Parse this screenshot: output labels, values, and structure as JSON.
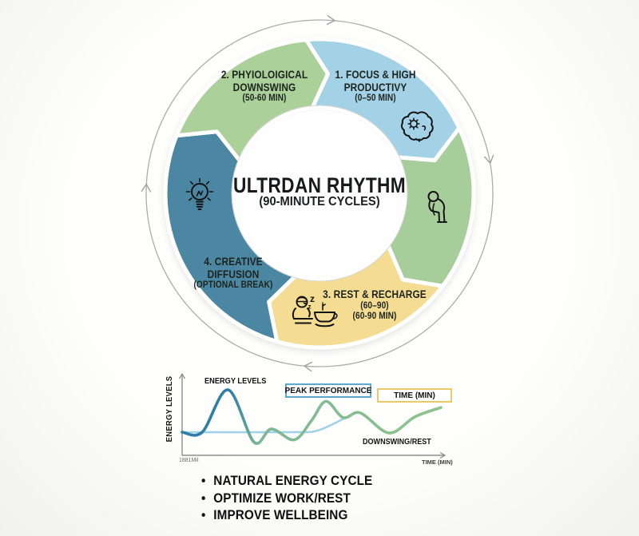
{
  "background_color": "#fbfbf9",
  "cycle": {
    "title": "ULTRDAN RHYTHM",
    "subtitle": "(90-MINUTE CYCLES)",
    "flow_direction": "clockwise",
    "segments": [
      {
        "name": "focus-high-productivity",
        "line1": "1. FOCUS & HIGH",
        "line2": "PRODUCTIVY",
        "line3": "(0–50 MIN)",
        "color": "#a3d1e6",
        "icon": "brain-gear-icon"
      },
      {
        "name": "downswing-transition",
        "line1": "",
        "line2": "",
        "line3": "",
        "color": "#a7cd9b",
        "icon": "slouched-person-icon"
      },
      {
        "name": "rest-recharge",
        "line1": "3. REST & RECHARGE",
        "line2": "(60–90)",
        "line3": "(60-90 MIN)",
        "color": "#f4dc92",
        "icon": "sleeping-person-coffee-icon"
      },
      {
        "name": "creative-diffusion",
        "line1": "4. CREATIVE",
        "line2": "DIFFUSION",
        "line3": "(OPTIONAL BREAK)",
        "color": "#4c86a2",
        "icon": "lightbulb-icon"
      },
      {
        "name": "physiological-downswing",
        "line1": "2. PHYIOLOIGICAL",
        "line2": "DOWNSWING",
        "line3": "(50-60 MIN)",
        "color": "#abd09a",
        "icon": ""
      }
    ]
  },
  "chart_data": {
    "type": "line",
    "title": "",
    "xlabel": "TIME (MIN)",
    "ylabel": "ENERGY LEVELS",
    "x_origin_label": "1881Mil",
    "xlim": [
      0,
      90
    ],
    "ylim": [
      0,
      110
    ],
    "grid": false,
    "annotations": {
      "curve_label": "ENERGY LEVELS",
      "peak_box": "PEAK PERFORMANCE",
      "peak_box_border": "#5fa8cd",
      "time_box": "TIME (MIN)",
      "time_box_border": "#e9c968",
      "downswing_label": "DOWNSWING/REST"
    },
    "series": [
      {
        "name": "energy-curve",
        "colors": [
          "#2e7ea7",
          "#8fc48c"
        ],
        "x": [
          0,
          7,
          16,
          25,
          31,
          39,
          45,
          50,
          56,
          62,
          72,
          81,
          90
        ],
        "y": [
          40,
          40,
          95,
          27,
          44,
          30,
          55,
          80,
          59,
          65,
          39,
          60,
          72
        ]
      },
      {
        "name": "baseline-trend",
        "colors": [
          "#9fd2e6"
        ],
        "x": [
          0,
          38,
          47,
          56
        ],
        "y": [
          40,
          40,
          42,
          57
        ]
      }
    ],
    "axis_color": "#8d8d8d"
  },
  "bullets": [
    "NATURAL ENERGY CYCLE",
    "OPTIMIZE WORK/REST",
    "IMPROVE WELLBEING"
  ],
  "outer_arrow_color": "#9f9f9f"
}
